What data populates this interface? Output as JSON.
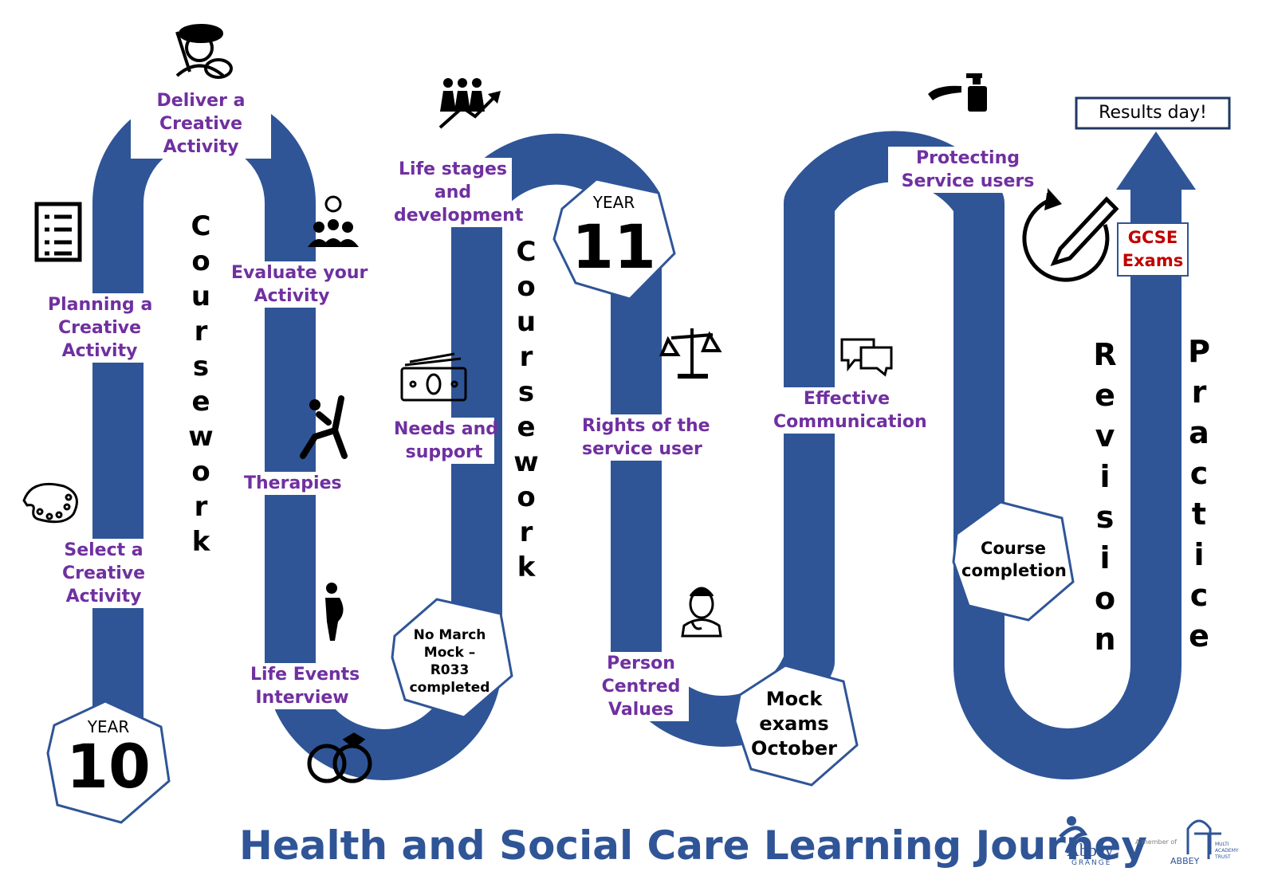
{
  "title": "Health and Social Care Learning Journey",
  "colors": {
    "path": "#2f5597",
    "label": "#7030a0",
    "title": "#2f5597",
    "gcse": "#c00000"
  },
  "year10": {
    "year": "YEAR",
    "num": "10"
  },
  "year11": {
    "year": "YEAR",
    "num": "11"
  },
  "labels": {
    "deliver": [
      "Deliver  a",
      "Creative",
      "Activity"
    ],
    "planning": [
      "Planning a",
      "Creative",
      "Activity"
    ],
    "select": [
      "Select a",
      "Creative",
      "Activity"
    ],
    "evaluate": [
      "Evaluate your",
      "Activity"
    ],
    "therapies": [
      "Therapies"
    ],
    "life_events": [
      "Life Events",
      "Interview"
    ],
    "life_stages": [
      "Life stages",
      "and",
      "development"
    ],
    "needs": [
      "Needs and",
      "support"
    ],
    "rights": [
      "Rights of the",
      "service user"
    ],
    "person": [
      "Person",
      "Centred",
      "Values"
    ],
    "effective": [
      "Effective",
      "Communication"
    ],
    "protecting": [
      "Protecting",
      "Service users"
    ]
  },
  "coursework1": "Coursework",
  "coursework2": "Coursework",
  "revision": "Revision",
  "practice": "Practice",
  "no_march": [
    "No March",
    "Mock –",
    "R033",
    "completed"
  ],
  "mock": [
    "Mock",
    "exams",
    "October"
  ],
  "course_completion": [
    "Course",
    "completion"
  ],
  "results": "Results day!",
  "gcse": [
    "GCSE",
    "Exams"
  ],
  "logo1": {
    "name": "Abbey",
    "sub": "GRANGE"
  },
  "logo2": {
    "prefix": "A member of",
    "name": "ABBEY",
    "sub": "MULTI ACADEMY TRUST"
  },
  "icons": [
    "artist-icon",
    "checklist-icon",
    "palette-icon",
    "team-idea-icon",
    "yoga-icon",
    "pregnant-woman-icon",
    "rings-icon",
    "growth-people-icon",
    "money-icon",
    "scales-icon",
    "doctor-icon",
    "chat-bubbles-icon",
    "hand-sanitiser-icon",
    "pencil-refresh-icon"
  ]
}
